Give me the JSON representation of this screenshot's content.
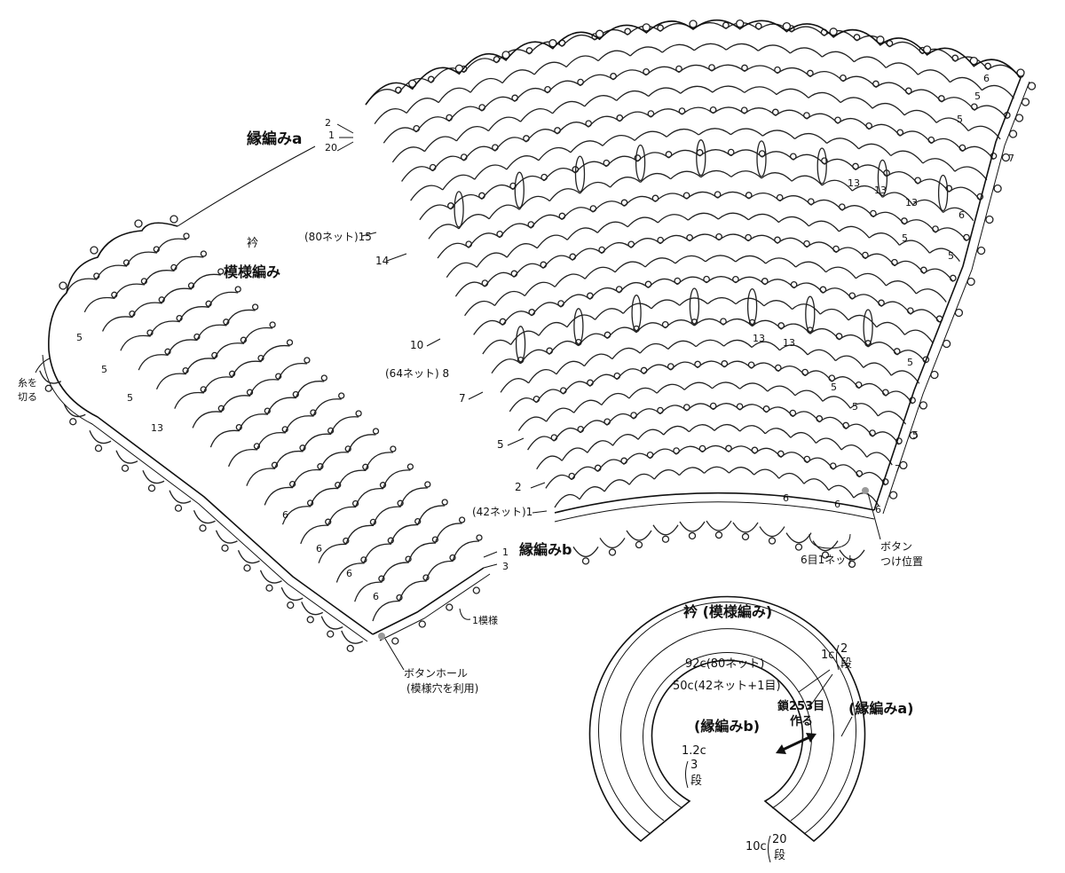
{
  "edge_a_label": "縁編みa",
  "edge_a_rows": [
    "2",
    "1",
    "20"
  ],
  "collar_heading": "衿",
  "pattern_label": "模様編み",
  "row_labels": {
    "r15": "(80ネット)15",
    "r14": "14",
    "r10": "10",
    "r8": "(64ネット) 8",
    "r7": "7",
    "r5": "5",
    "r2": "2",
    "r1": "(42ネット)1"
  },
  "cut_yarn": [
    "糸を",
    "切る"
  ],
  "edge_b_label": "縁編みb",
  "edge_b_rows": [
    "1",
    "3"
  ],
  "one_repeat": "1模様",
  "buttonhole": [
    "ボタンホール",
    "(模様穴を利用)"
  ],
  "button_position": [
    "ボタン",
    "つけ位置"
  ],
  "six_st_one_net": "6目1ネット",
  "chart_numbers": {
    "n5": "5",
    "n6": "6",
    "n7": "7",
    "n13": "13"
  },
  "schematic": {
    "title": "衿 (模様編み)",
    "outer_width": "92c(80ネット)",
    "inner_width": "50c(42ネット+1目)",
    "chain_start": [
      "鎖253目",
      "作る"
    ],
    "edge_a": "(縁編みa)",
    "edge_b": "(縁編みb)",
    "outer_edge_cm": "1c",
    "outer_edge_rows": "2",
    "row_unit": "段",
    "inner_edge_cm": "1.2c",
    "inner_edge_rows": "3",
    "body_cm": "10c",
    "body_rows": "20"
  }
}
